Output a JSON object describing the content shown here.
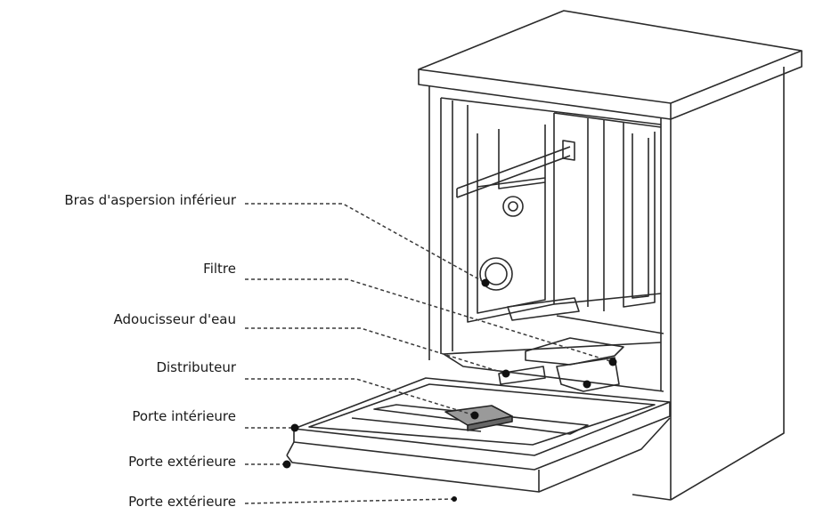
{
  "labels": [
    "Bras d'aspersion inférieur",
    "Filtre",
    "Adoucisseur d'eau",
    "Distributeur",
    "Porte intérieure",
    "Porte extérieure",
    "Porte extérieure"
  ],
  "colors": {
    "line": "#2b2b2b",
    "leader": "#3a3a3a",
    "marker": "#111111",
    "background": "#ffffff"
  }
}
